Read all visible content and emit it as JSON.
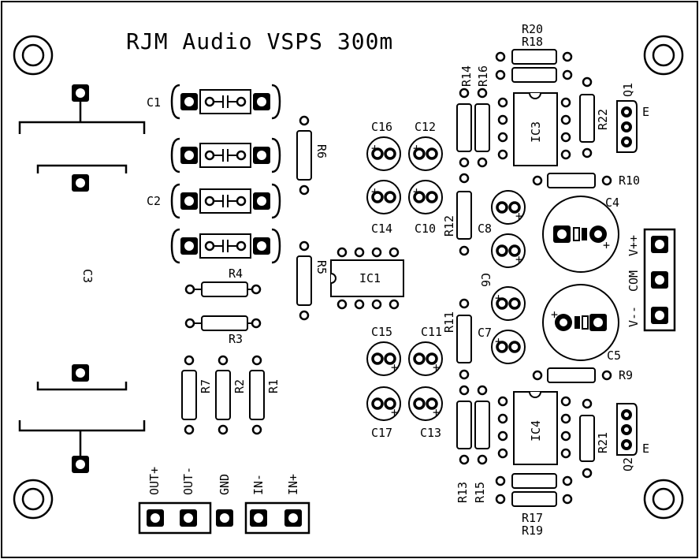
{
  "title": "RJM Audio VSPS 300m",
  "labels": {
    "C1": "C1",
    "C2": "C2",
    "C3": "C3",
    "C4": "C4",
    "C5": "C5",
    "C6": "C6",
    "C7": "C7",
    "C8": "C8",
    "C10": "C10",
    "C11": "C11",
    "C12": "C12",
    "C13": "C13",
    "C14": "C14",
    "C15": "C15",
    "C16": "C16",
    "C17": "C17",
    "R1": "R1",
    "R2": "R2",
    "R3": "R3",
    "R4": "R4",
    "R5": "R5",
    "R6": "R6",
    "R7": "R7",
    "R9": "R9",
    "R10": "R10",
    "R11": "R11",
    "R12": "R12",
    "R13": "R13",
    "R14": "R14",
    "R15": "R15",
    "R16": "R16",
    "R17": "R17",
    "R18": "R18",
    "R19": "R19",
    "R20": "R20",
    "R21": "R21",
    "R22": "R22",
    "IC1": "IC1",
    "IC3": "IC3",
    "IC4": "IC4",
    "Q1": "Q1",
    "Q2": "Q2",
    "E1": "E",
    "E2": "E"
  },
  "power_connector": {
    "vpp": "V++",
    "com": "COM",
    "vmm": "V--"
  },
  "io_connector": {
    "out_plus": "OUT+",
    "out_minus": "OUT-",
    "gnd": "GND",
    "in_minus": "IN-",
    "in_plus": "IN+"
  }
}
